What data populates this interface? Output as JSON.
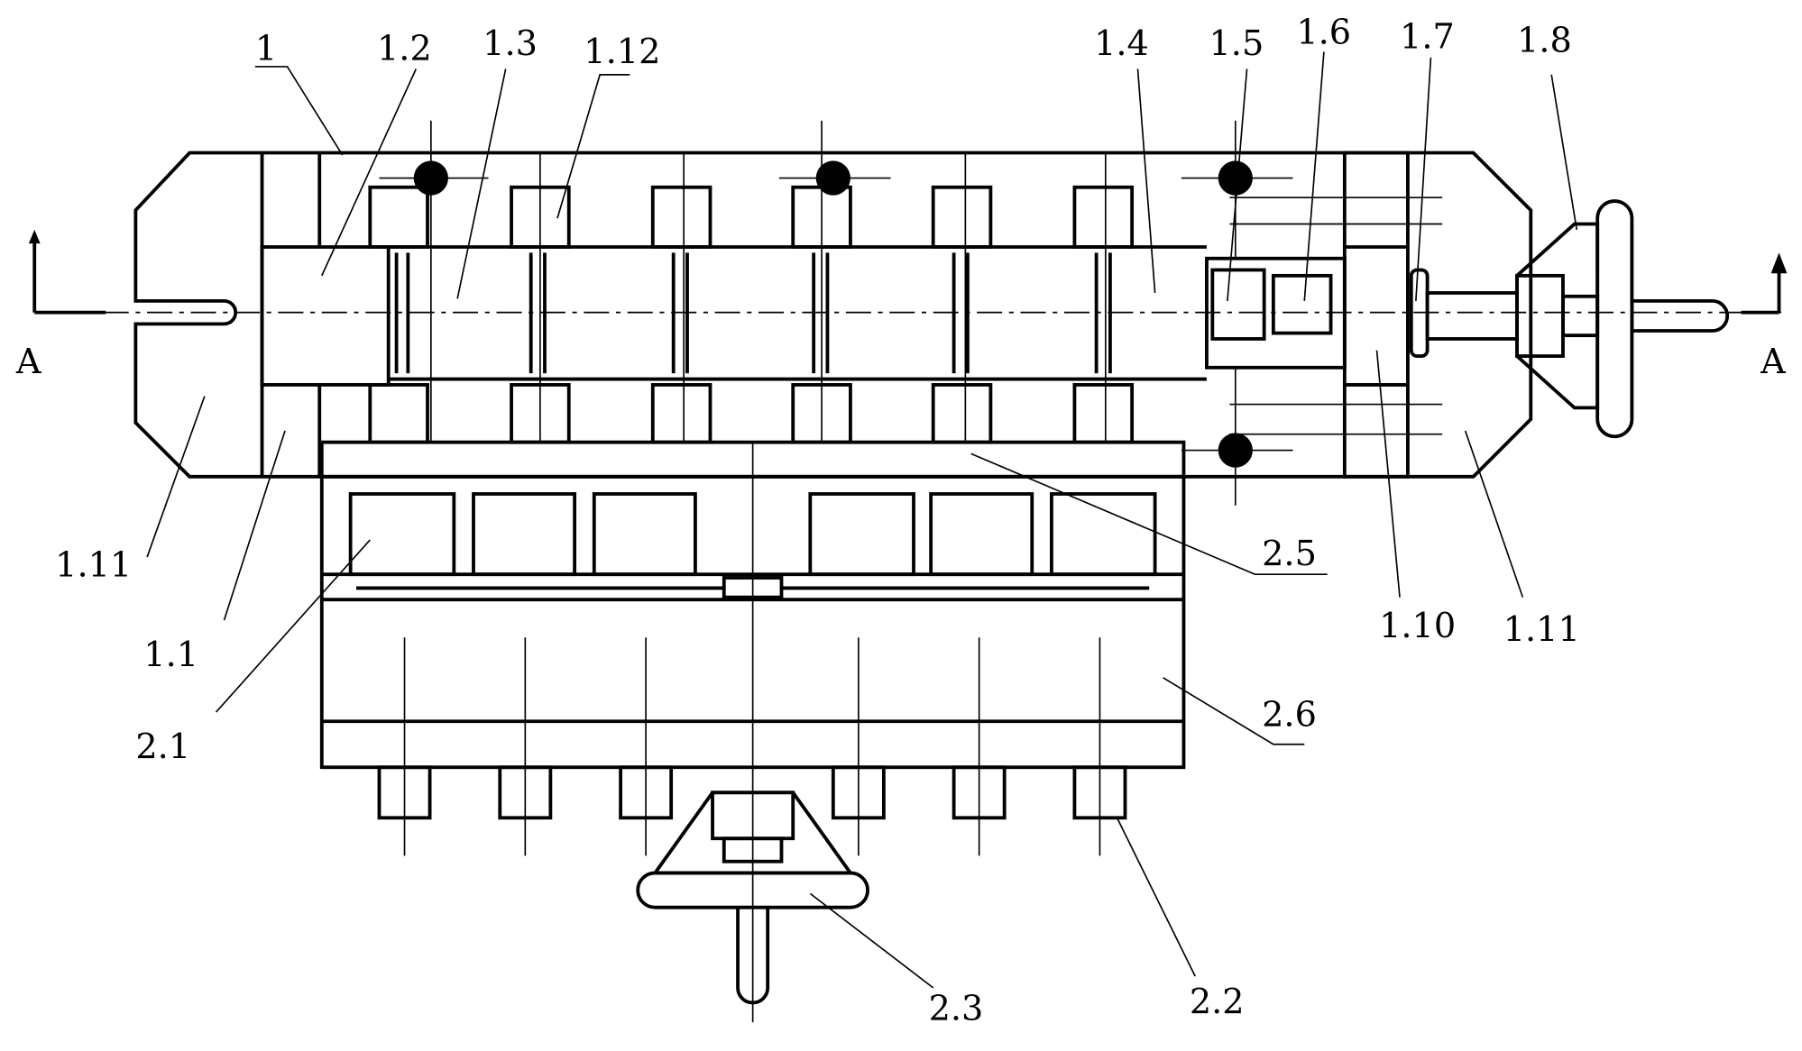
{
  "drawing": {
    "section_marks": {
      "left": "A",
      "right": "A"
    },
    "labels": {
      "l1": "1",
      "l1_2": "1.2",
      "l1_3": "1.3",
      "l1_12": "1.12",
      "l1_4": "1.4",
      "l1_5": "1.5",
      "l1_6": "1.6",
      "l1_7": "1.7",
      "l1_8": "1.8",
      "l1_11a": "1.11",
      "l1_1": "1.1",
      "l2_1": "2.1",
      "l2_5": "2.5",
      "l1_10": "1.10",
      "l1_11b": "1.11",
      "l2_6": "2.6",
      "l2_3": "2.3",
      "l2_2": "2.2"
    },
    "stroke_color": "#000000",
    "background_color": "#ffffff"
  }
}
